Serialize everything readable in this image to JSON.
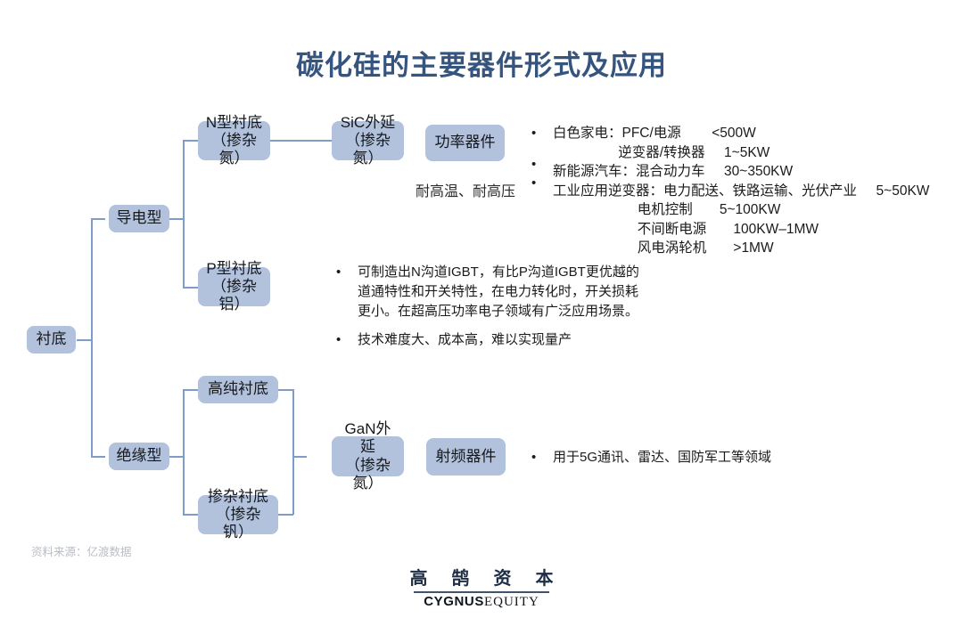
{
  "title": "碳化硅的主要器件形式及应用",
  "nodes": {
    "root": "衬底",
    "conductive": "导电型",
    "insulating": "绝缘型",
    "n_substrate": "N型衬底\n（掺杂氮）",
    "p_substrate": "P型衬底\n（掺杂铝）",
    "sic_epi": "SiC外延\n（掺杂氮）",
    "power_device": "功率器件",
    "high_purity": "高纯衬底",
    "doped_substrate": "掺杂衬底\n（掺杂钒）",
    "gan_epi": "GaN外延\n（掺杂氮）",
    "rf_device": "射频器件"
  },
  "notes": {
    "power_note": "耐高温、耐高压"
  },
  "power_applications": {
    "bullets": [
      {
        "lines": [
          {
            "label": "白色家电：PFC/电源",
            "value": "<500W",
            "indent": 0
          },
          {
            "label": "逆变器/转换器",
            "value": "1~5KW",
            "indent": 1
          }
        ]
      },
      {
        "lines": [
          {
            "label": "新能源汽车：混合动力车",
            "value": "30~350KW",
            "indent": 0
          }
        ]
      },
      {
        "lines": [
          {
            "label": "工业应用逆变器：电力配送、铁路运输、光伏产业",
            "value": "5~50KW",
            "indent": 0
          },
          {
            "label": "电机控制",
            "value": "5~100KW",
            "indent": 2
          },
          {
            "label": "不间断电源",
            "value": "100KW–1MW",
            "indent": 2
          },
          {
            "label": "风电涡轮机",
            "value": ">1MW",
            "indent": 2
          }
        ]
      }
    ],
    "text_block": "白色家电：PFC/电源        <500W\n                 逆变器/转换器     1~5KW\n新能源汽车：混合动力车     30~350KW\n工业应用逆变器：电力配送、铁路运输、光伏产业     5~50KW\n                      电机控制       5~100KW\n                      不间断电源       100KW–1MW\n                      风电涡轮机       >1MW"
  },
  "p_substrate_notes": [
    "可制造出N沟道IGBT，有比P沟道IGBT更优越的\n道通特性和开关特性，在电力转化时，开关损耗\n更小。在超高压功率电子领域有广泛应用场景。",
    "技术难度大、成本高，难以实现量产"
  ],
  "rf_note": "用于5G通讯、雷达、国防军工等领域",
  "source": "资料来源：亿渡数据",
  "logo": {
    "cn": "高 鹄 资 本",
    "en_bold": "CYGNUS",
    "en_light": "EQUITY"
  },
  "colors": {
    "title": "#35557f",
    "node_fill": "#b2c2dd",
    "connector": "#7f9bc9",
    "source_text": "#b9bdc4"
  }
}
